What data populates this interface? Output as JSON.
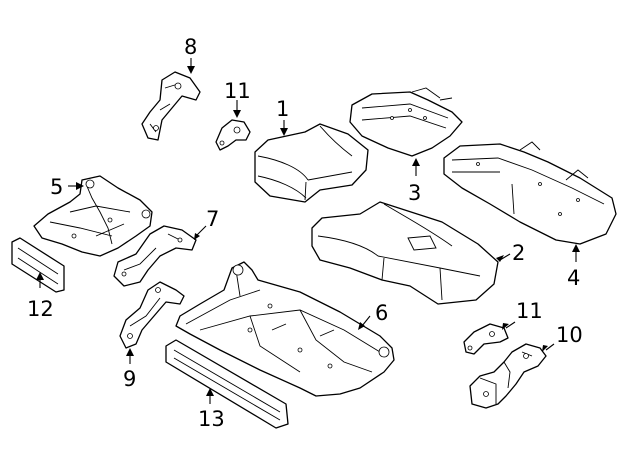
{
  "callouts": {
    "c1": "1",
    "c2": "2",
    "c3": "3",
    "c4": "4",
    "c5": "5",
    "c6": "6",
    "c7": "7",
    "c8": "8",
    "c9": "9",
    "c10": "10",
    "c11a": "11",
    "c11b": "11",
    "c12": "12",
    "c13": "13"
  },
  "colors": {
    "line": "#000000",
    "background": "#ffffff"
  }
}
